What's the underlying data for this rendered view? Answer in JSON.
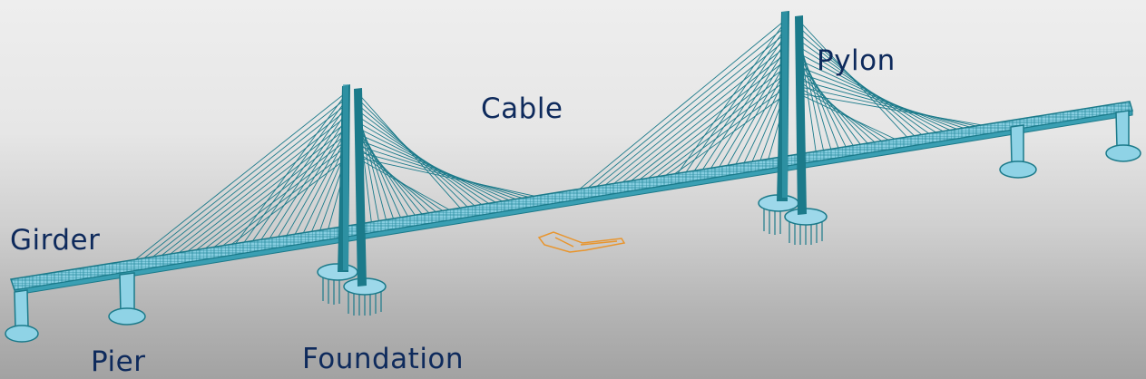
{
  "diagram": {
    "subject": "Cable-stayed bridge 3D model",
    "colors": {
      "structure": "#1b7a8a",
      "structure_fill": "#7fc8dc",
      "label_text": "#0e2a5c",
      "highlight_element": "#e8952e"
    },
    "labels": {
      "girder": "Girder",
      "pier": "Pier",
      "foundation": "Foundation",
      "cable": "Cable",
      "pylon": "Pylon"
    }
  }
}
